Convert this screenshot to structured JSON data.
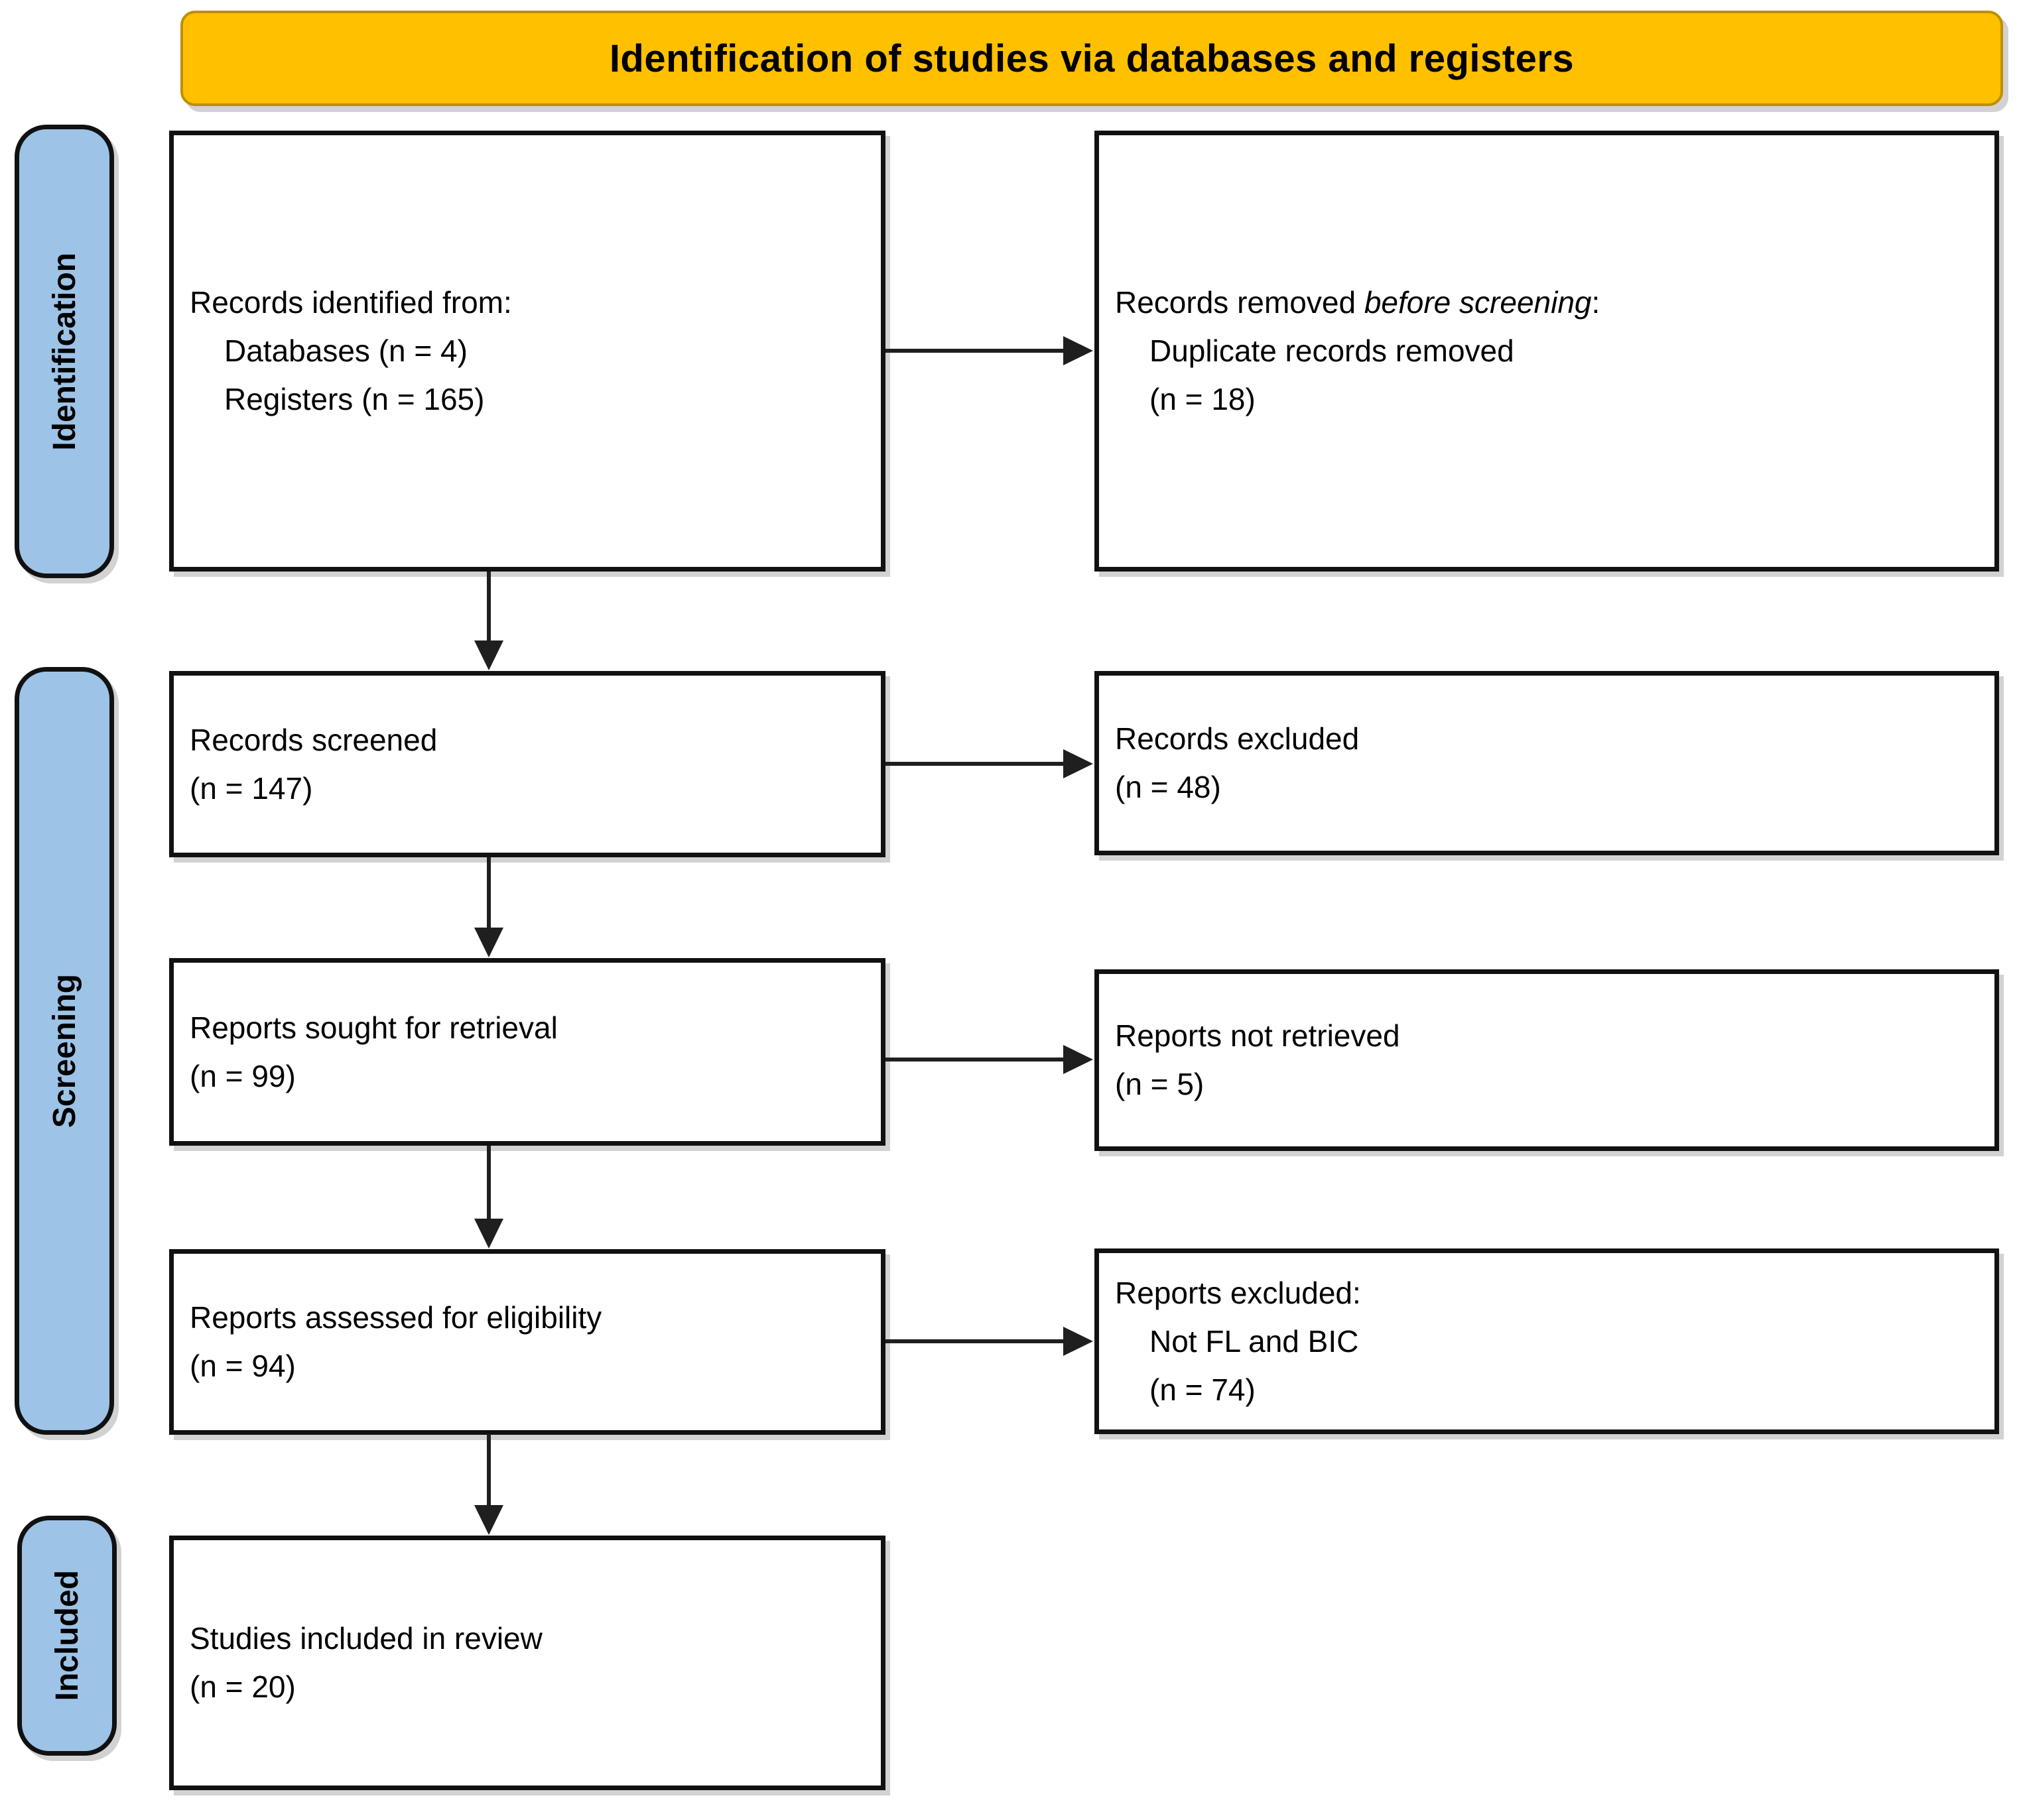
{
  "header": {
    "title": "Identification of studies via databases and registers"
  },
  "colors": {
    "header_bg": "#FFC000",
    "stage_label_bg": "#9DC3E6",
    "box_border": "#111111",
    "arrow": "#1f1f1f"
  },
  "stages": [
    {
      "label": "Identification"
    },
    {
      "label": "Screening"
    },
    {
      "label": "Included"
    }
  ],
  "flow": {
    "records_identified": {
      "line1": "Records identified from:",
      "line2": "Databases (n = 4)",
      "line3": "Registers (n = 165)"
    },
    "records_removed": {
      "line1_normal": "Records removed ",
      "line1_italic": "before screening",
      "line1_end": ":",
      "line2": "Duplicate records removed",
      "line3": "(n = 18)"
    },
    "records_screened": {
      "line1": "Records screened",
      "line2": "(n = 147)"
    },
    "records_excluded": {
      "line1": "Records excluded",
      "line2": "(n = 48)"
    },
    "reports_sought": {
      "line1": "Reports sought for retrieval",
      "line2": "(n = 99)"
    },
    "reports_not_retrieved": {
      "line1": "Reports not retrieved",
      "line2": "(n = 5)"
    },
    "reports_assessed": {
      "line1": "Reports assessed for eligibility",
      "line2": "(n = 94)"
    },
    "reports_excluded": {
      "line1": "Reports excluded:",
      "line2": "Not FL and BIC",
      "line3": "(n = 74)"
    },
    "studies_included": {
      "line1": "Studies included in review",
      "line2": "(n = 20)"
    }
  }
}
